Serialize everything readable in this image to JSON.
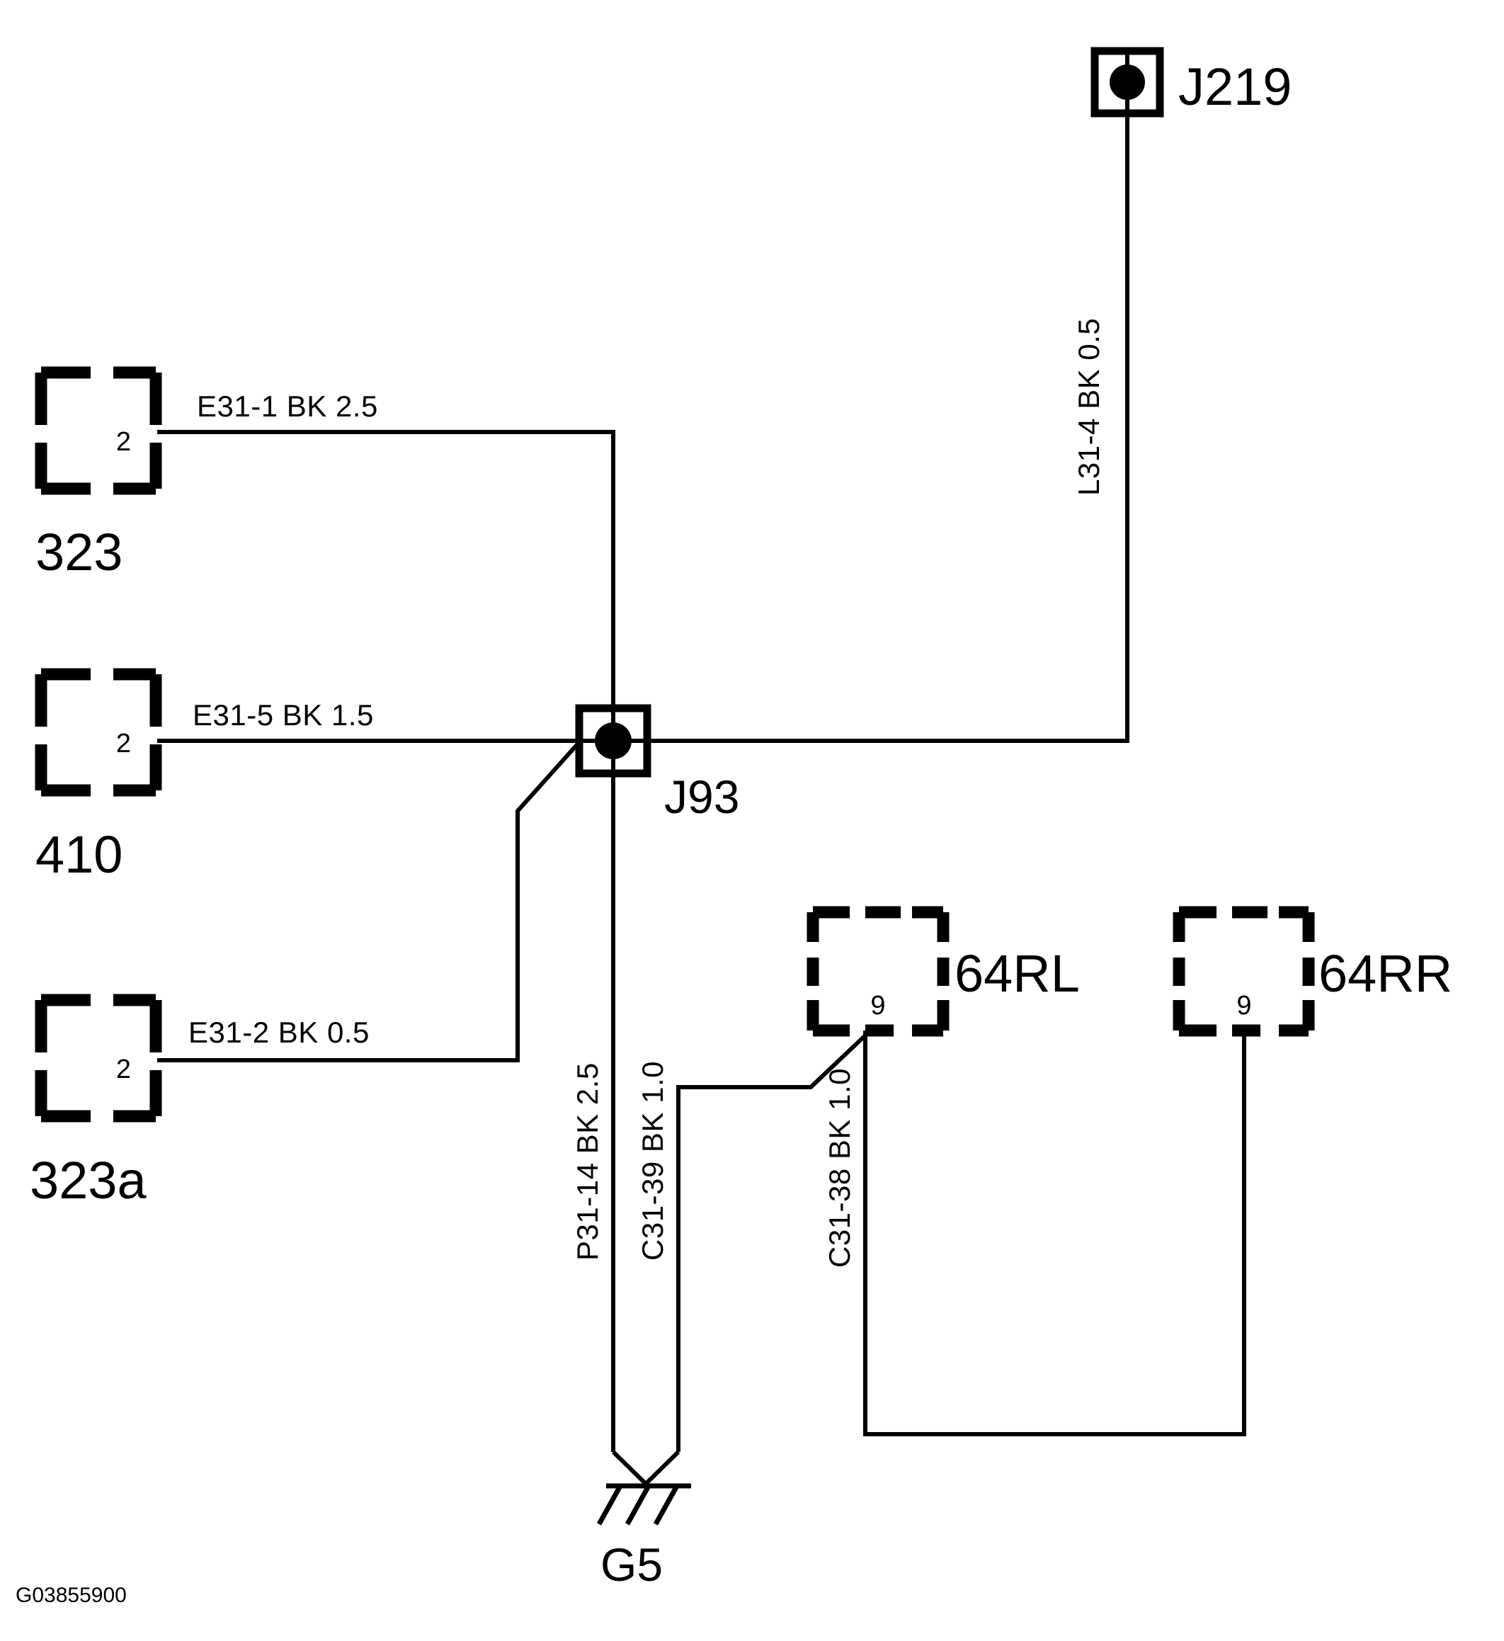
{
  "document": {
    "id_code": "G03855900",
    "type": "automotive-wiring-diagram"
  },
  "connectors": [
    {
      "key": "c323",
      "name": "323",
      "pin": "2"
    },
    {
      "key": "c410",
      "name": "410",
      "pin": "2"
    },
    {
      "key": "c323a",
      "name": "323a",
      "pin": "2"
    },
    {
      "key": "c64rl",
      "name": "64RL",
      "pin": "9"
    },
    {
      "key": "c64rr",
      "name": "64RR",
      "pin": "9"
    }
  ],
  "nodes": [
    {
      "key": "j219",
      "name": "J219",
      "kind": "splice"
    },
    {
      "key": "j93",
      "name": "J93",
      "kind": "splice"
    },
    {
      "key": "g5",
      "name": "G5",
      "kind": "ground"
    }
  ],
  "wires": [
    {
      "key": "e31_1",
      "circuit": "E31-1",
      "color": "BK",
      "gauge": "2.5",
      "label": "E31-1   BK   2.5",
      "orientation": "horizontal"
    },
    {
      "key": "e31_5",
      "circuit": "E31-5",
      "color": "BK",
      "gauge": "1.5",
      "label": "E31-5   BK   1.5",
      "orientation": "horizontal"
    },
    {
      "key": "e31_2",
      "circuit": "E31-2",
      "color": "BK",
      "gauge": "0.5",
      "label": "E31-2   BK   0.5",
      "orientation": "horizontal"
    },
    {
      "key": "l31_4",
      "circuit": "L31-4",
      "color": "BK",
      "gauge": "0.5",
      "label": "L31-4  BK  0.5",
      "orientation": "vertical"
    },
    {
      "key": "p31_14",
      "circuit": "P31-14",
      "color": "BK",
      "gauge": "2.5",
      "label": "P31-14  BK  2.5",
      "orientation": "vertical"
    },
    {
      "key": "c31_39",
      "circuit": "C31-39",
      "color": "BK",
      "gauge": "1.0",
      "label": "C31-39  BK  1.0",
      "orientation": "vertical"
    },
    {
      "key": "c31_38",
      "circuit": "C31-38",
      "color": "BK",
      "gauge": "1.0",
      "label": "C31-38  BK  1.0",
      "orientation": "vertical"
    }
  ],
  "colors": {
    "stroke": "#000000",
    "background": "#ffffff"
  }
}
